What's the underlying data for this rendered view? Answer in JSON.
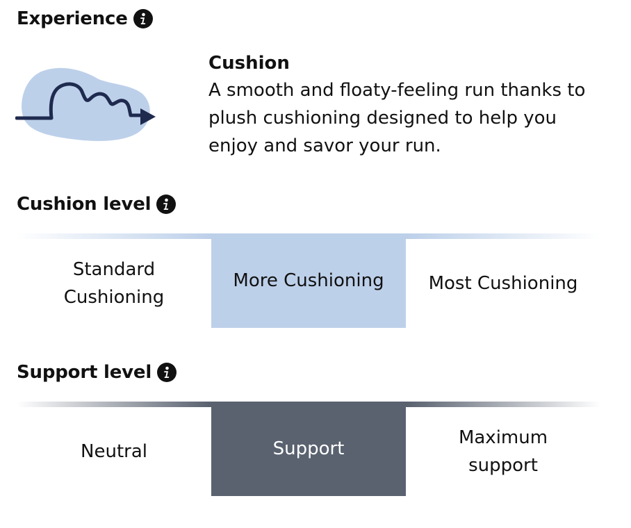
{
  "experience": {
    "heading": "Experience",
    "info_icon": "info-icon",
    "illustration_icon": "cushion-wave-icon",
    "title": "Cushion",
    "description": "A smooth and floaty-feeling run thanks to plush cushioning designed to help you enjoy and savor your run."
  },
  "cushion_level": {
    "heading": "Cushion level",
    "info_icon": "info-icon",
    "options": [
      {
        "label": "Standard Cushioning"
      },
      {
        "label": "More Cushioning"
      },
      {
        "label": "Most Cushioning"
      }
    ],
    "selected_index": 1,
    "accent_color": "#bdd0ea"
  },
  "support_level": {
    "heading": "Support level",
    "info_icon": "info-icon",
    "options": [
      {
        "label": "Neutral"
      },
      {
        "label": "Support"
      },
      {
        "label": "Maximum support"
      }
    ],
    "selected_index": 1,
    "accent_color": "#5a6270"
  }
}
